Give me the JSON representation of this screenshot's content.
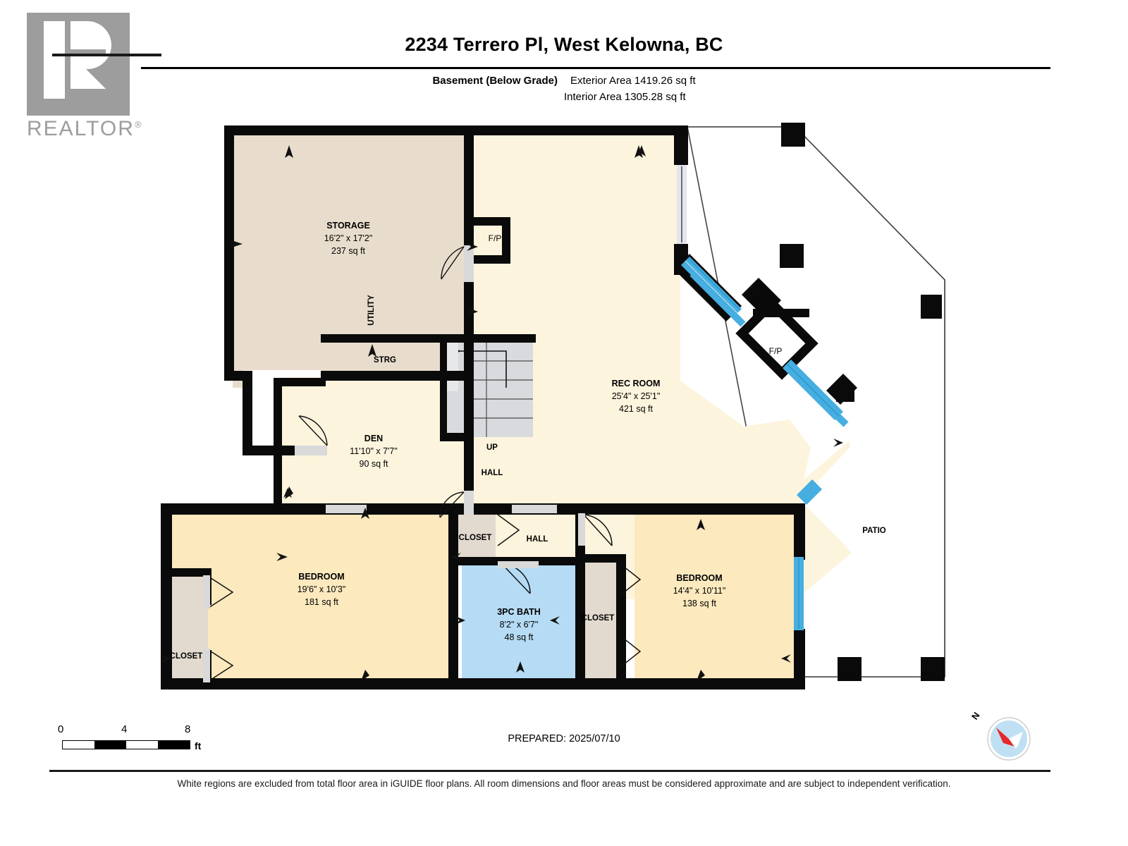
{
  "brand": {
    "logo_icon": "realtor-r-logo-icon",
    "wordmark": "REALTOR",
    "wordmark_sup": "®"
  },
  "header": {
    "title": "2234 Terrero Pl, West Kelowna, BC",
    "floor_label": "Basement (Below Grade)",
    "exterior_area": "Exterior Area 1419.26 sq ft",
    "interior_area": "Interior Area 1305.28 sq ft"
  },
  "rooms": [
    {
      "name": "STORAGE",
      "dims": "16'2\" x 17'2\"",
      "area": "237 sq ft",
      "fill": "#e8ddcd"
    },
    {
      "name": "REC ROOM",
      "dims": "25'4\" x 25'1\"",
      "area": "421 sq ft",
      "fill": "#fdf4dd"
    },
    {
      "name": "DEN",
      "dims": "11'10\" x 7'7\"",
      "area": "90 sq ft",
      "fill": "#fdf4dd"
    },
    {
      "name": "BEDROOM",
      "dims": "19'6\" x 10'3\"",
      "area": "181 sq ft",
      "fill": "#fce9be"
    },
    {
      "name": "BEDROOM",
      "dims": "14'4\" x 10'11\"",
      "area": "138 sq ft",
      "fill": "#fce9be"
    },
    {
      "name": "3PC BATH",
      "dims": "8'2\" x 6'7\"",
      "area": "48 sq ft",
      "fill": "#b6dcf5"
    }
  ],
  "small_labels": {
    "utility": "UTILITY",
    "strg": "STRG",
    "closet_left": "CLOSET",
    "closet_mid": "CLOSET",
    "closet_right": "CLOSET",
    "hall_upper": "HALL",
    "hall_lower": "HALL",
    "up": "UP",
    "patio": "PATIO",
    "fp_interior": "F/P",
    "fp_exterior": "F/P"
  },
  "scale": {
    "ticks": [
      "0",
      "4",
      "8"
    ],
    "unit": "ft"
  },
  "prepared": "PREPARED: 2025/07/10",
  "compass": {
    "north_label": "N",
    "icon": "compass-rose-icon",
    "dial_color": "#bfe0f2",
    "needle_color": "#e8252a"
  },
  "disclaimer": "White regions are excluded from total floor area in iGUIDE floor plans. All room dimensions and floor areas must be considered approximate and are subject to independent verification.",
  "palette": {
    "wall": "#0a0a0a",
    "storage_fill": "#e8ddcd",
    "cream_fill": "#fdf4dd",
    "bedroom_fill": "#fce9be",
    "bath_fill": "#b6dcf5",
    "closet_fill": "#e3dacf",
    "stair_fill": "#d8dade",
    "window_blue": "#46aee0",
    "door_gray": "#d9d9d9",
    "logo_gray": "#9d9d9d"
  }
}
